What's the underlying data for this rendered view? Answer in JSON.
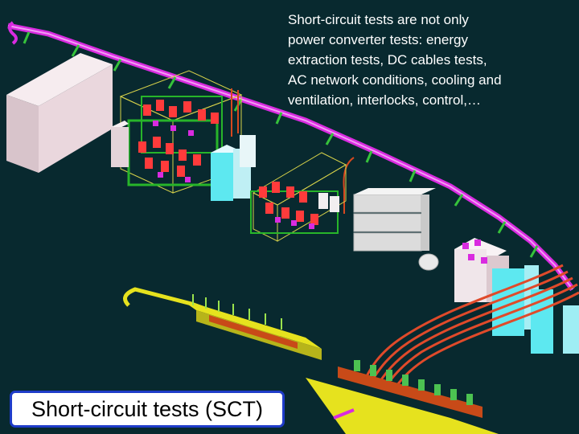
{
  "slide": {
    "description": [
      "Short-circuit tests are not only",
      "power converter tests: energy",
      "extraction tests, DC cables tests,",
      "AC network conditions, cooling and",
      "ventilation, interlocks, control,…"
    ],
    "title": "Short-circuit tests (SCT)"
  },
  "colors": {
    "background": "#08292f",
    "busbar": "#d92be0",
    "title_border": "#1f3cc9",
    "converter_red": "#ff3b3b",
    "rack_green": "#27b52a",
    "cable_red": "#d7481f",
    "magnet_yellow": "#e6e21e",
    "cabinet_cyan": "#5de8f0",
    "building_pink": "#efdce2"
  },
  "icons": [
    "busbar-line",
    "power-converter-racks",
    "electrical-cabinets",
    "cable-trays",
    "magnet-string"
  ]
}
